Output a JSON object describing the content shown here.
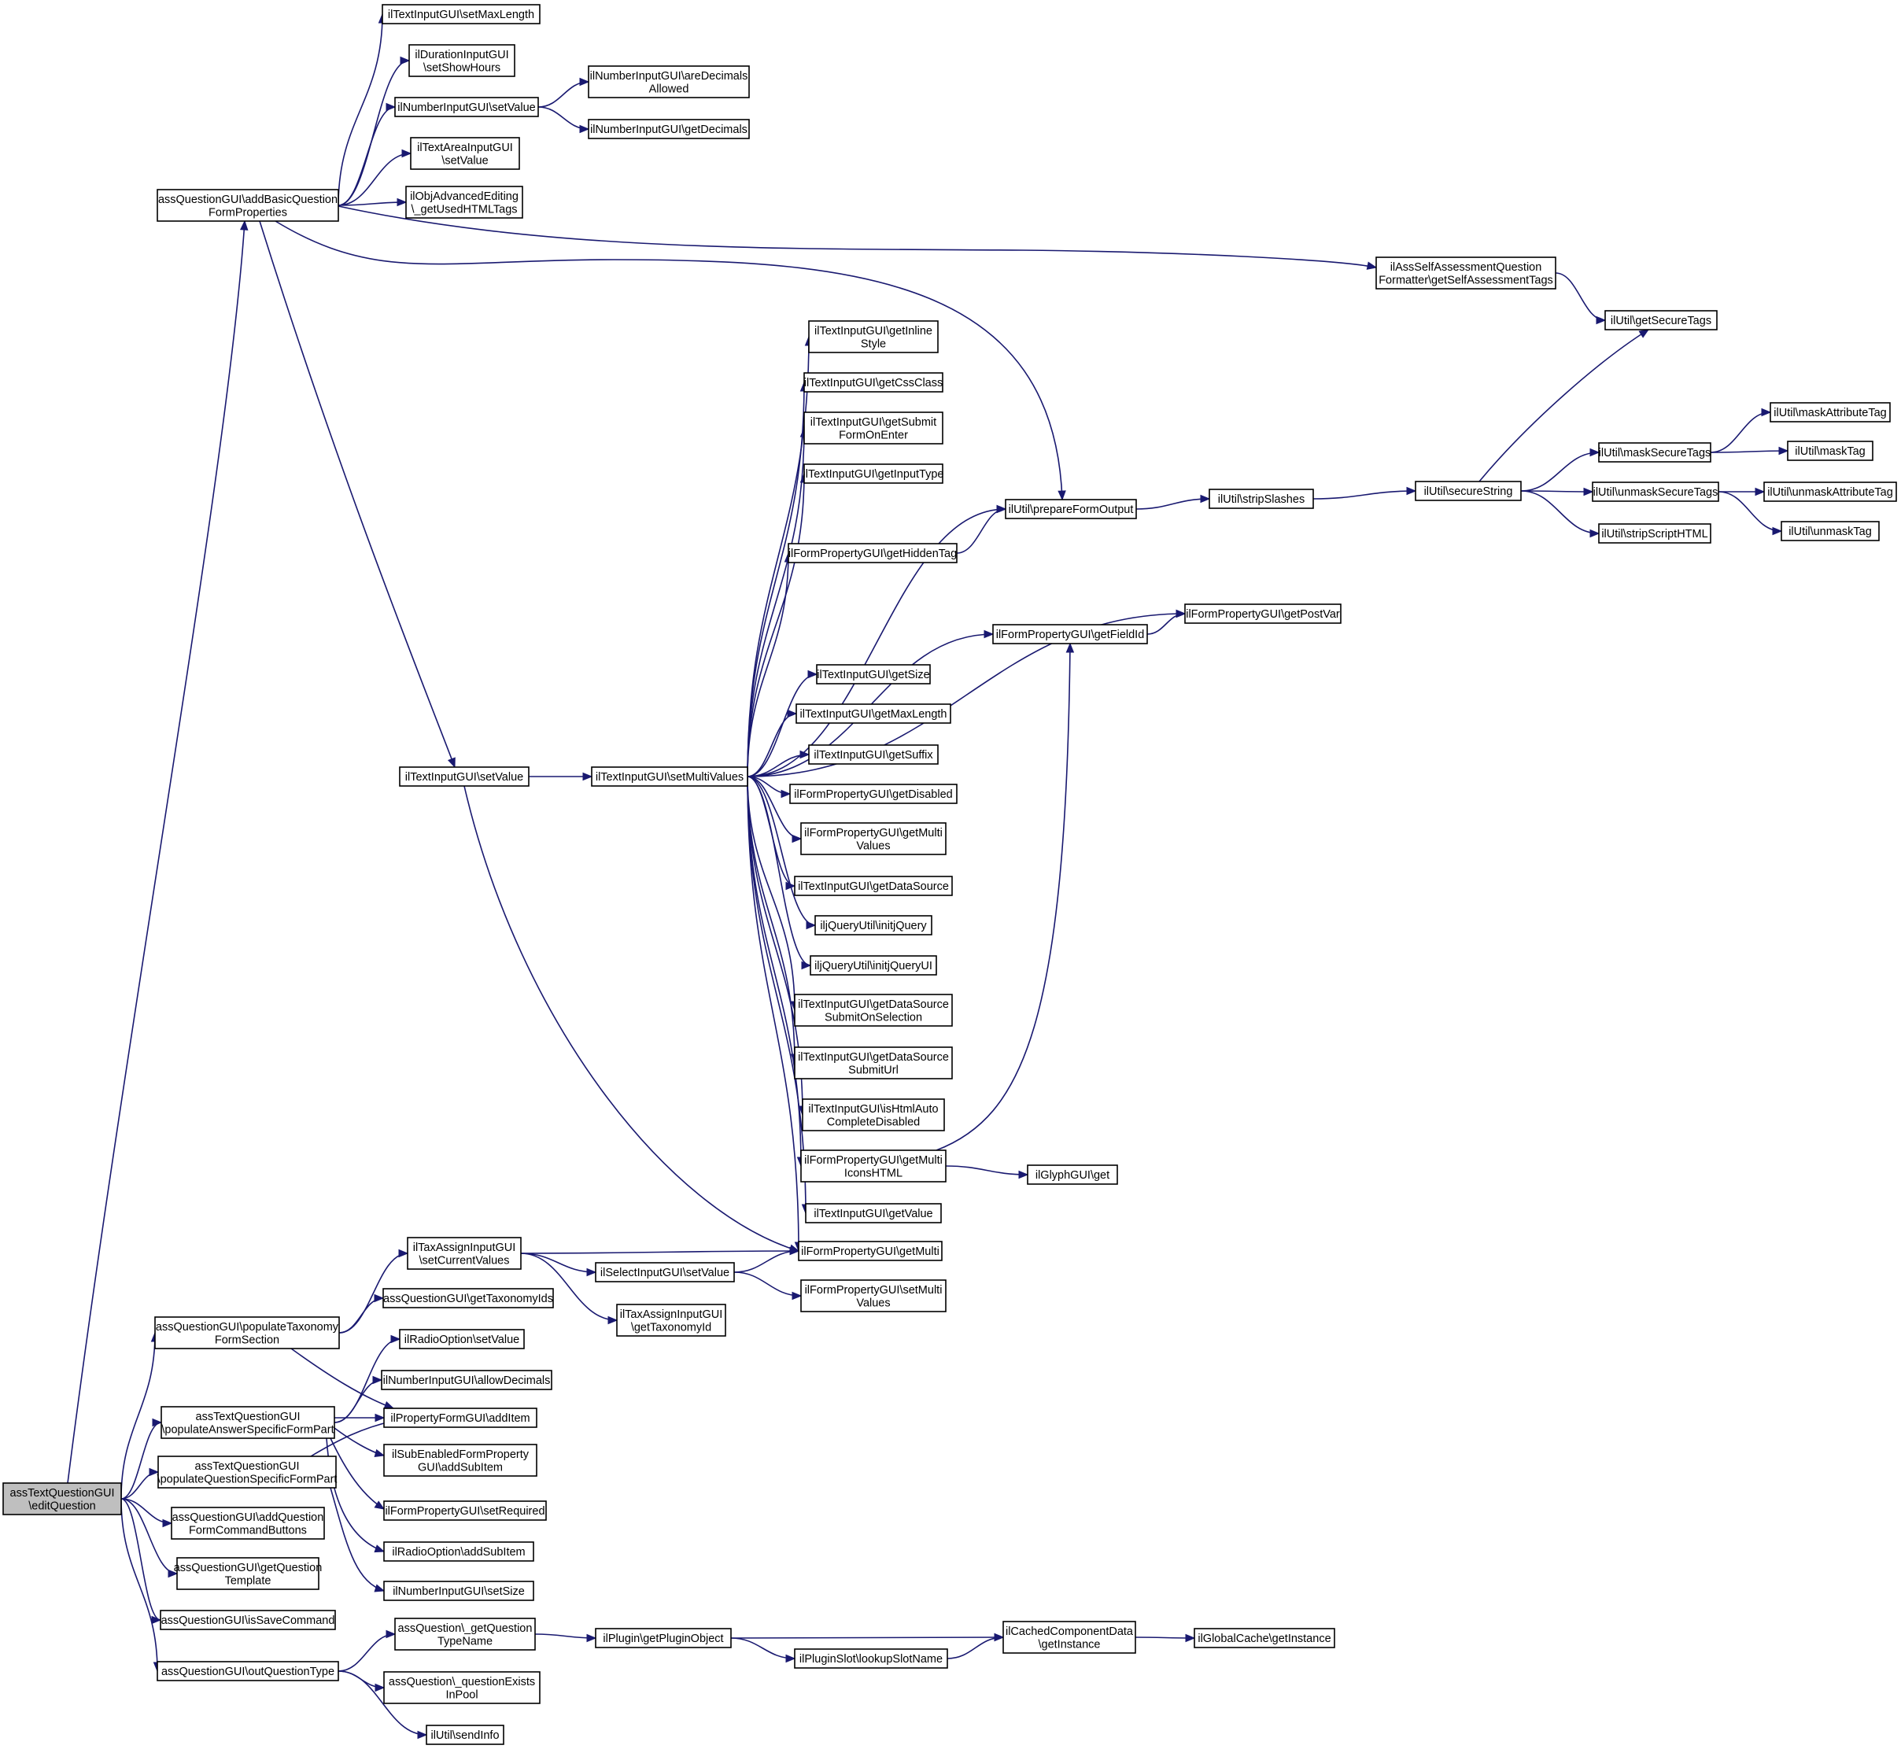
{
  "nodes": [
    {
      "id": "n0",
      "lines": [
        "assTextQuestionGUI",
        "\\editQuestion"
      ]
    },
    {
      "id": "n1",
      "lines": [
        "assQuestionGUI\\addBasicQuestion",
        "FormProperties"
      ]
    },
    {
      "id": "n2",
      "lines": [
        "assQuestionGUI\\populateTaxonomy",
        "FormSection"
      ]
    },
    {
      "id": "n3",
      "lines": [
        "assTextQuestionGUI",
        "\\populateAnswerSpecificFormPart"
      ]
    },
    {
      "id": "n4",
      "lines": [
        "assTextQuestionGUI",
        "\\populateQuestionSpecificFormPart"
      ]
    },
    {
      "id": "n5",
      "lines": [
        "assQuestionGUI\\addQuestion",
        "FormCommandButtons"
      ]
    },
    {
      "id": "n6",
      "lines": [
        "assQuestionGUI\\getQuestion",
        "Template"
      ]
    },
    {
      "id": "n7",
      "lines": [
        "assQuestionGUI\\isSaveCommand"
      ]
    },
    {
      "id": "n8",
      "lines": [
        "assQuestionGUI\\outQuestionType"
      ]
    },
    {
      "id": "n9",
      "lines": [
        "ilTextInputGUI\\setMaxLength"
      ]
    },
    {
      "id": "n10",
      "lines": [
        "ilDurationInputGUI",
        "\\setShowHours"
      ]
    },
    {
      "id": "n11",
      "lines": [
        "ilNumberInputGUI\\setValue"
      ]
    },
    {
      "id": "n12",
      "lines": [
        "ilTextAreaInputGUI",
        "\\setValue"
      ]
    },
    {
      "id": "n13",
      "lines": [
        "ilObjAdvancedEditing",
        "\\_getUsedHTMLTags"
      ]
    },
    {
      "id": "n14",
      "lines": [
        "ilAssSelfAssessmentQuestion",
        "Formatter\\getSelfAssessmentTags"
      ]
    },
    {
      "id": "n15",
      "lines": [
        "ilUtil\\prepareFormOutput"
      ]
    },
    {
      "id": "n16",
      "lines": [
        "ilTextInputGUI\\setValue"
      ]
    },
    {
      "id": "n17",
      "lines": [
        "ilNumberInputGUI\\areDecimals",
        "Allowed"
      ]
    },
    {
      "id": "n18",
      "lines": [
        "ilNumberInputGUI\\getDecimals"
      ]
    },
    {
      "id": "n19",
      "lines": [
        "ilUtil\\getSecureTags"
      ]
    },
    {
      "id": "n20",
      "lines": [
        "ilUtil\\stripSlashes"
      ]
    },
    {
      "id": "n21",
      "lines": [
        "ilTextInputGUI\\setMultiValues"
      ]
    },
    {
      "id": "n22",
      "lines": [
        "ilFormPropertyGUI\\getMulti"
      ]
    },
    {
      "id": "n23",
      "lines": [
        "ilUtil\\secureString"
      ]
    },
    {
      "id": "n24",
      "lines": [
        "ilUtil\\maskSecureTags"
      ]
    },
    {
      "id": "n25",
      "lines": [
        "ilUtil\\unmaskSecureTags"
      ]
    },
    {
      "id": "n26",
      "lines": [
        "ilUtil\\stripScriptHTML"
      ]
    },
    {
      "id": "n27",
      "lines": [
        "ilUtil\\maskAttributeTag"
      ]
    },
    {
      "id": "n28",
      "lines": [
        "ilUtil\\maskTag"
      ]
    },
    {
      "id": "n29",
      "lines": [
        "ilUtil\\unmaskAttributeTag"
      ]
    },
    {
      "id": "n30",
      "lines": [
        "ilUtil\\unmaskTag"
      ]
    },
    {
      "id": "n31",
      "lines": [
        "ilTextInputGUI\\getInline",
        "Style"
      ]
    },
    {
      "id": "n32",
      "lines": [
        "ilTextInputGUI\\getCssClass"
      ]
    },
    {
      "id": "n33",
      "lines": [
        "ilTextInputGUI\\getSubmit",
        "FormOnEnter"
      ]
    },
    {
      "id": "n34",
      "lines": [
        "ilTextInputGUI\\getInputType"
      ]
    },
    {
      "id": "n35",
      "lines": [
        "ilFormPropertyGUI\\getHiddenTag"
      ]
    },
    {
      "id": "n36",
      "lines": [
        "ilFormPropertyGUI\\getFieldId"
      ]
    },
    {
      "id": "n37",
      "lines": [
        "ilFormPropertyGUI\\getPostVar"
      ]
    },
    {
      "id": "n38",
      "lines": [
        "ilTextInputGUI\\getSize"
      ]
    },
    {
      "id": "n39",
      "lines": [
        "ilTextInputGUI\\getMaxLength"
      ]
    },
    {
      "id": "n40",
      "lines": [
        "ilTextInputGUI\\getSuffix"
      ]
    },
    {
      "id": "n41",
      "lines": [
        "ilFormPropertyGUI\\getDisabled"
      ]
    },
    {
      "id": "n42",
      "lines": [
        "ilFormPropertyGUI\\getMulti",
        "Values"
      ]
    },
    {
      "id": "n43",
      "lines": [
        "ilTextInputGUI\\getDataSource"
      ]
    },
    {
      "id": "n44",
      "lines": [
        "iljQueryUtil\\initjQuery"
      ]
    },
    {
      "id": "n45",
      "lines": [
        "iljQueryUtil\\initjQueryUI"
      ]
    },
    {
      "id": "n46",
      "lines": [
        "ilTextInputGUI\\getDataSource",
        "SubmitOnSelection"
      ]
    },
    {
      "id": "n47",
      "lines": [
        "ilTextInputGUI\\getDataSource",
        "SubmitUrl"
      ]
    },
    {
      "id": "n48",
      "lines": [
        "ilTextInputGUI\\isHtmlAuto",
        "CompleteDisabled"
      ]
    },
    {
      "id": "n49",
      "lines": [
        "ilFormPropertyGUI\\getMulti",
        "IconsHTML"
      ]
    },
    {
      "id": "n50",
      "lines": [
        "ilTextInputGUI\\getValue"
      ]
    },
    {
      "id": "n51",
      "lines": [
        "ilGlyphGUI\\get"
      ]
    },
    {
      "id": "n52",
      "lines": [
        "ilTaxAssignInputGUI",
        "\\setCurrentValues"
      ]
    },
    {
      "id": "n53",
      "lines": [
        "assQuestionGUI\\getTaxonomyIds"
      ]
    },
    {
      "id": "n54",
      "lines": [
        "ilPropertyFormGUI\\addItem"
      ]
    },
    {
      "id": "n55",
      "lines": [
        "ilSelectInputGUI\\setValue"
      ]
    },
    {
      "id": "n56",
      "lines": [
        "ilTaxAssignInputGUI",
        "\\getTaxonomyId"
      ]
    },
    {
      "id": "n57",
      "lines": [
        "ilFormPropertyGUI\\setMulti",
        "Values"
      ]
    },
    {
      "id": "n58",
      "lines": [
        "ilRadioOption\\setValue"
      ]
    },
    {
      "id": "n59",
      "lines": [
        "ilNumberInputGUI\\allowDecimals"
      ]
    },
    {
      "id": "n60",
      "lines": [
        "ilSubEnabledFormProperty",
        "GUI\\addSubItem"
      ]
    },
    {
      "id": "n61",
      "lines": [
        "ilFormPropertyGUI\\setRequired"
      ]
    },
    {
      "id": "n62",
      "lines": [
        "ilRadioOption\\addSubItem"
      ]
    },
    {
      "id": "n63",
      "lines": [
        "ilNumberInputGUI\\setSize"
      ]
    },
    {
      "id": "n64",
      "lines": [
        "assQuestion\\_getQuestion",
        "TypeName"
      ]
    },
    {
      "id": "n65",
      "lines": [
        "assQuestion\\_questionExists",
        "InPool"
      ]
    },
    {
      "id": "n66",
      "lines": [
        "ilUtil\\sendInfo"
      ]
    },
    {
      "id": "n67",
      "lines": [
        "ilPlugin\\getPluginObject"
      ]
    },
    {
      "id": "n68",
      "lines": [
        "ilPluginSlot\\lookupSlotName"
      ]
    },
    {
      "id": "n69",
      "lines": [
        "ilCachedComponentData",
        "\\getInstance"
      ]
    },
    {
      "id": "n70",
      "lines": [
        "ilGlobalCache\\getInstance"
      ]
    }
  ],
  "edges": [
    [
      "n0",
      "n1"
    ],
    [
      "n0",
      "n2"
    ],
    [
      "n0",
      "n3"
    ],
    [
      "n0",
      "n4"
    ],
    [
      "n0",
      "n5"
    ],
    [
      "n0",
      "n6"
    ],
    [
      "n0",
      "n7"
    ],
    [
      "n0",
      "n8"
    ],
    [
      "n1",
      "n9"
    ],
    [
      "n1",
      "n10"
    ],
    [
      "n1",
      "n11"
    ],
    [
      "n1",
      "n12"
    ],
    [
      "n1",
      "n13"
    ],
    [
      "n1",
      "n14"
    ],
    [
      "n1",
      "n15"
    ],
    [
      "n1",
      "n16"
    ],
    [
      "n11",
      "n17"
    ],
    [
      "n11",
      "n18"
    ],
    [
      "n14",
      "n19"
    ],
    [
      "n15",
      "n20"
    ],
    [
      "n20",
      "n23"
    ],
    [
      "n23",
      "n19"
    ],
    [
      "n23",
      "n24"
    ],
    [
      "n23",
      "n25"
    ],
    [
      "n23",
      "n26"
    ],
    [
      "n24",
      "n27"
    ],
    [
      "n24",
      "n28"
    ],
    [
      "n25",
      "n29"
    ],
    [
      "n25",
      "n30"
    ],
    [
      "n16",
      "n21"
    ],
    [
      "n16",
      "n22"
    ],
    [
      "n21",
      "n31"
    ],
    [
      "n21",
      "n32"
    ],
    [
      "n21",
      "n33"
    ],
    [
      "n21",
      "n34"
    ],
    [
      "n21",
      "n15"
    ],
    [
      "n21",
      "n35"
    ],
    [
      "n21",
      "n37"
    ],
    [
      "n21",
      "n36"
    ],
    [
      "n21",
      "n38"
    ],
    [
      "n21",
      "n39"
    ],
    [
      "n21",
      "n40"
    ],
    [
      "n21",
      "n41"
    ],
    [
      "n21",
      "n42"
    ],
    [
      "n21",
      "n43"
    ],
    [
      "n21",
      "n44"
    ],
    [
      "n21",
      "n45"
    ],
    [
      "n21",
      "n46"
    ],
    [
      "n21",
      "n47"
    ],
    [
      "n21",
      "n48"
    ],
    [
      "n21",
      "n49"
    ],
    [
      "n21",
      "n50"
    ],
    [
      "n21",
      "n22"
    ],
    [
      "n35",
      "n15"
    ],
    [
      "n36",
      "n37"
    ],
    [
      "n49",
      "n36"
    ],
    [
      "n49",
      "n51"
    ],
    [
      "n2",
      "n52"
    ],
    [
      "n2",
      "n53"
    ],
    [
      "n2",
      "n54"
    ],
    [
      "n52",
      "n22"
    ],
    [
      "n52",
      "n55"
    ],
    [
      "n52",
      "n56"
    ],
    [
      "n55",
      "n22"
    ],
    [
      "n55",
      "n57"
    ],
    [
      "n3",
      "n58"
    ],
    [
      "n3",
      "n59"
    ],
    [
      "n3",
      "n54"
    ],
    [
      "n3",
      "n60"
    ],
    [
      "n3",
      "n61"
    ],
    [
      "n3",
      "n62"
    ],
    [
      "n4",
      "n54"
    ],
    [
      "n4",
      "n63"
    ],
    [
      "n8",
      "n64"
    ],
    [
      "n8",
      "n65"
    ],
    [
      "n8",
      "n66"
    ],
    [
      "n64",
      "n67"
    ],
    [
      "n67",
      "n69"
    ],
    [
      "n67",
      "n68"
    ],
    [
      "n68",
      "n69"
    ],
    [
      "n69",
      "n70"
    ]
  ]
}
